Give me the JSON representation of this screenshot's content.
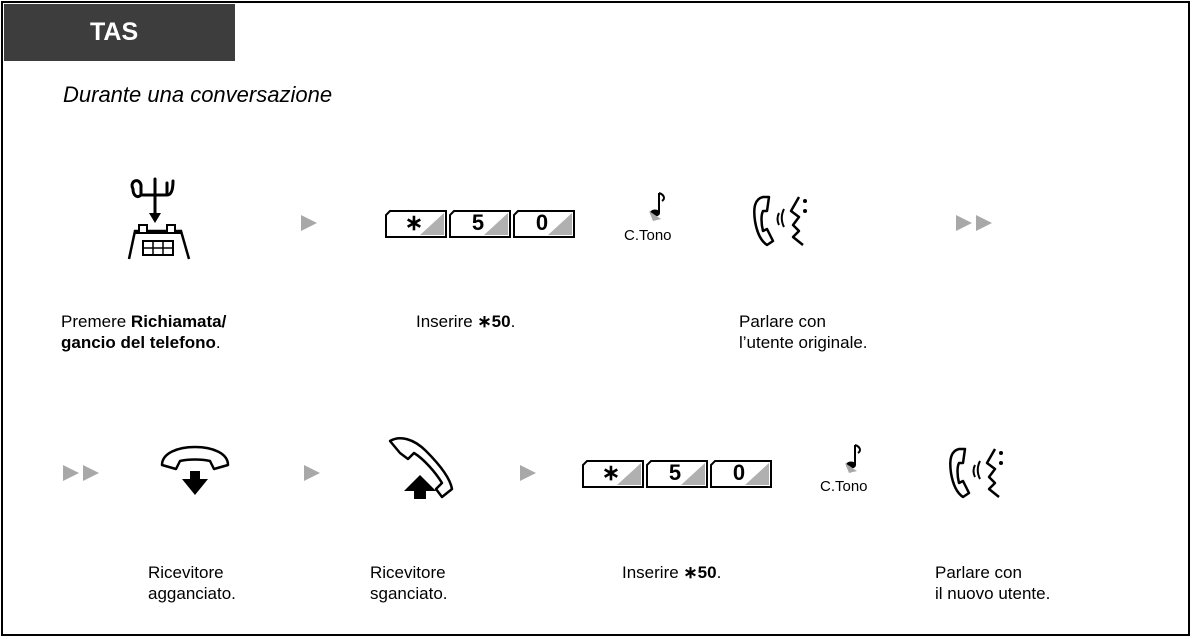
{
  "header": {
    "tab_label": "TAS"
  },
  "subtitle": "Durante una conversazione",
  "row1": {
    "step1": {
      "pre": "Premere ",
      "bold1": "Richiamata/",
      "bold2": "gancio del telefono",
      "post": "."
    },
    "step2": {
      "pre": "Inserire ",
      "code": "∗50",
      "post": "."
    },
    "keys": [
      "∗",
      "5",
      "0"
    ],
    "tone_label": "C.Tono",
    "step3": {
      "line1": "Parlare con",
      "line2": "l’utente originale."
    }
  },
  "row2": {
    "step1": {
      "line1": "Ricevitore",
      "line2": "agganciato."
    },
    "step2": {
      "line1": "Ricevitore",
      "line2": "sganciato."
    },
    "step3": {
      "pre": "Inserire ",
      "code": "∗50",
      "post": "."
    },
    "keys": [
      "∗",
      "5",
      "0"
    ],
    "tone_label": "C.Tono",
    "step4": {
      "line1": "Parlare con",
      "line2": "il nuovo utente."
    }
  },
  "icons": {
    "flash": "flash-hook-press-icon",
    "tone": "confirmation-tone-icon",
    "talk": "talk-handset-icon",
    "onhook": "handset-on-hook-icon",
    "offhook": "handset-off-hook-icon",
    "arrow": "next-step-arrow-icon",
    "double_arrow": "continue-arrow-icon"
  },
  "colors": {
    "tab_bg": "#3d3d3d",
    "tab_text": "#ffffff",
    "arrow": "#a8a8a8",
    "key_shade": "#b0b0b0"
  }
}
